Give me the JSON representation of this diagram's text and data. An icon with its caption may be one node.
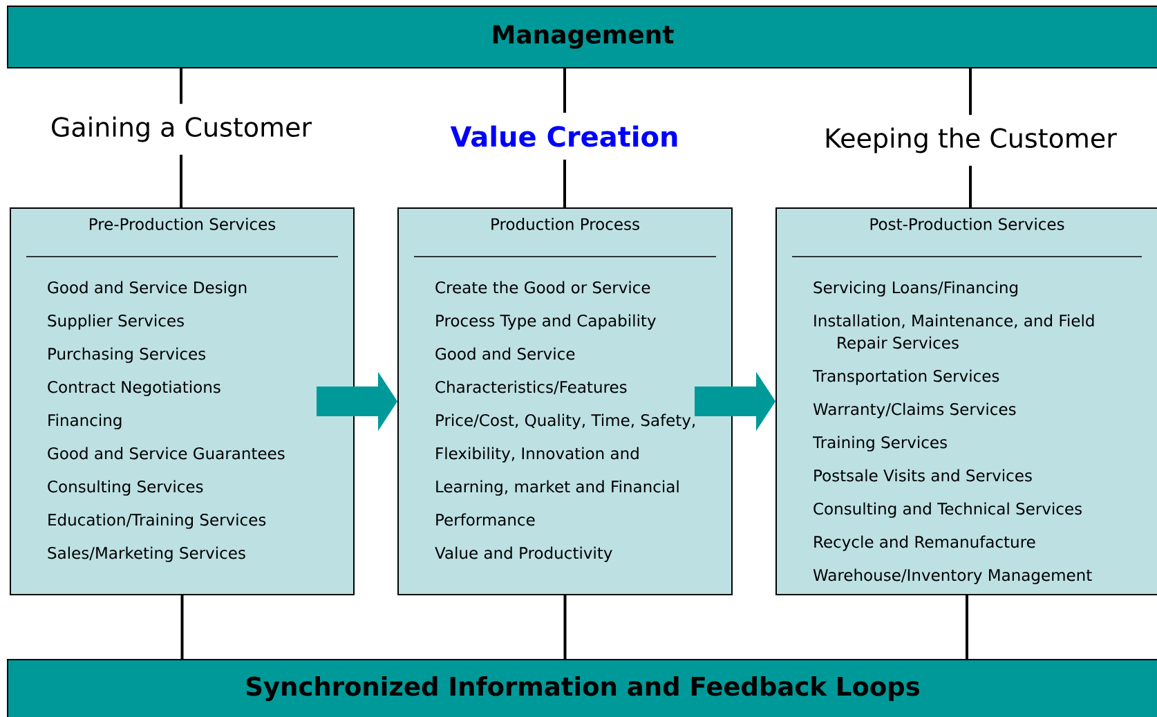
{
  "diagram": {
    "nodes": [
      {
        "text": [
          "Management"
        ]
      },
      {
        "text": [
          "Gaining a Customer"
        ]
      },
      {
        "text": [
          "Value Creation"
        ]
      },
      {
        "text": [
          "Keeping the Customer"
        ]
      },
      {
        "text": [
          "Pre-Production Services",
          "Good and Service Design",
          "Supplier Services",
          "Purchasing Services",
          "Contract Negotiations",
          "Financing",
          "Good and Service Guarantees",
          "Consulting Services",
          "Education/Training Services",
          "Sales/Marketing Services"
        ]
      },
      {
        "text": [
          "Production Process",
          "Create the Good or Service",
          "Process Type and Capability",
          "Good and Service",
          "Characteristics/Features",
          "Price/Cost, Quality, Time, Safety,",
          "Flexibility, Innovation and",
          "Learning, market and Financial",
          "Performance",
          "Value and Productivity"
        ]
      },
      {
        "text": [
          "Post-Production Services",
          "Servicing Loans/Financing",
          "Installation, Maintenance, and Field Repair Services",
          "Transportation Services",
          "Warranty/Claims Services",
          "Training Services",
          "Postsale Visits and Services",
          "Consulting and Technical Services",
          "Recycle and Remanufacture",
          "Warehouse/Inventory Management"
        ]
      },
      {
        "text": [
          "Synchronized Information and Feedback Loops"
        ]
      }
    ],
    "edges": [
      {
        "from": 0,
        "to": 1,
        "arrow": "none"
      },
      {
        "from": 1,
        "to": 4,
        "arrow": "none"
      },
      {
        "from": 0,
        "to": 2,
        "arrow": "none"
      },
      {
        "from": 2,
        "to": 5,
        "arrow": "none"
      },
      {
        "from": 0,
        "to": 3,
        "arrow": "none"
      },
      {
        "from": 3,
        "to": 6,
        "arrow": "none"
      },
      {
        "from": 4,
        "to": 7,
        "arrow": "none"
      },
      {
        "from": 5,
        "to": 7,
        "arrow": "none"
      },
      {
        "from": 6,
        "to": 7,
        "arrow": "none"
      },
      {
        "from": 4,
        "to": 5,
        "arrow": "to",
        "style": "thick",
        "color": "#009999"
      },
      {
        "from": 5,
        "to": 6,
        "arrow": "to",
        "style": "thick",
        "color": "#009999"
      }
    ]
  }
}
